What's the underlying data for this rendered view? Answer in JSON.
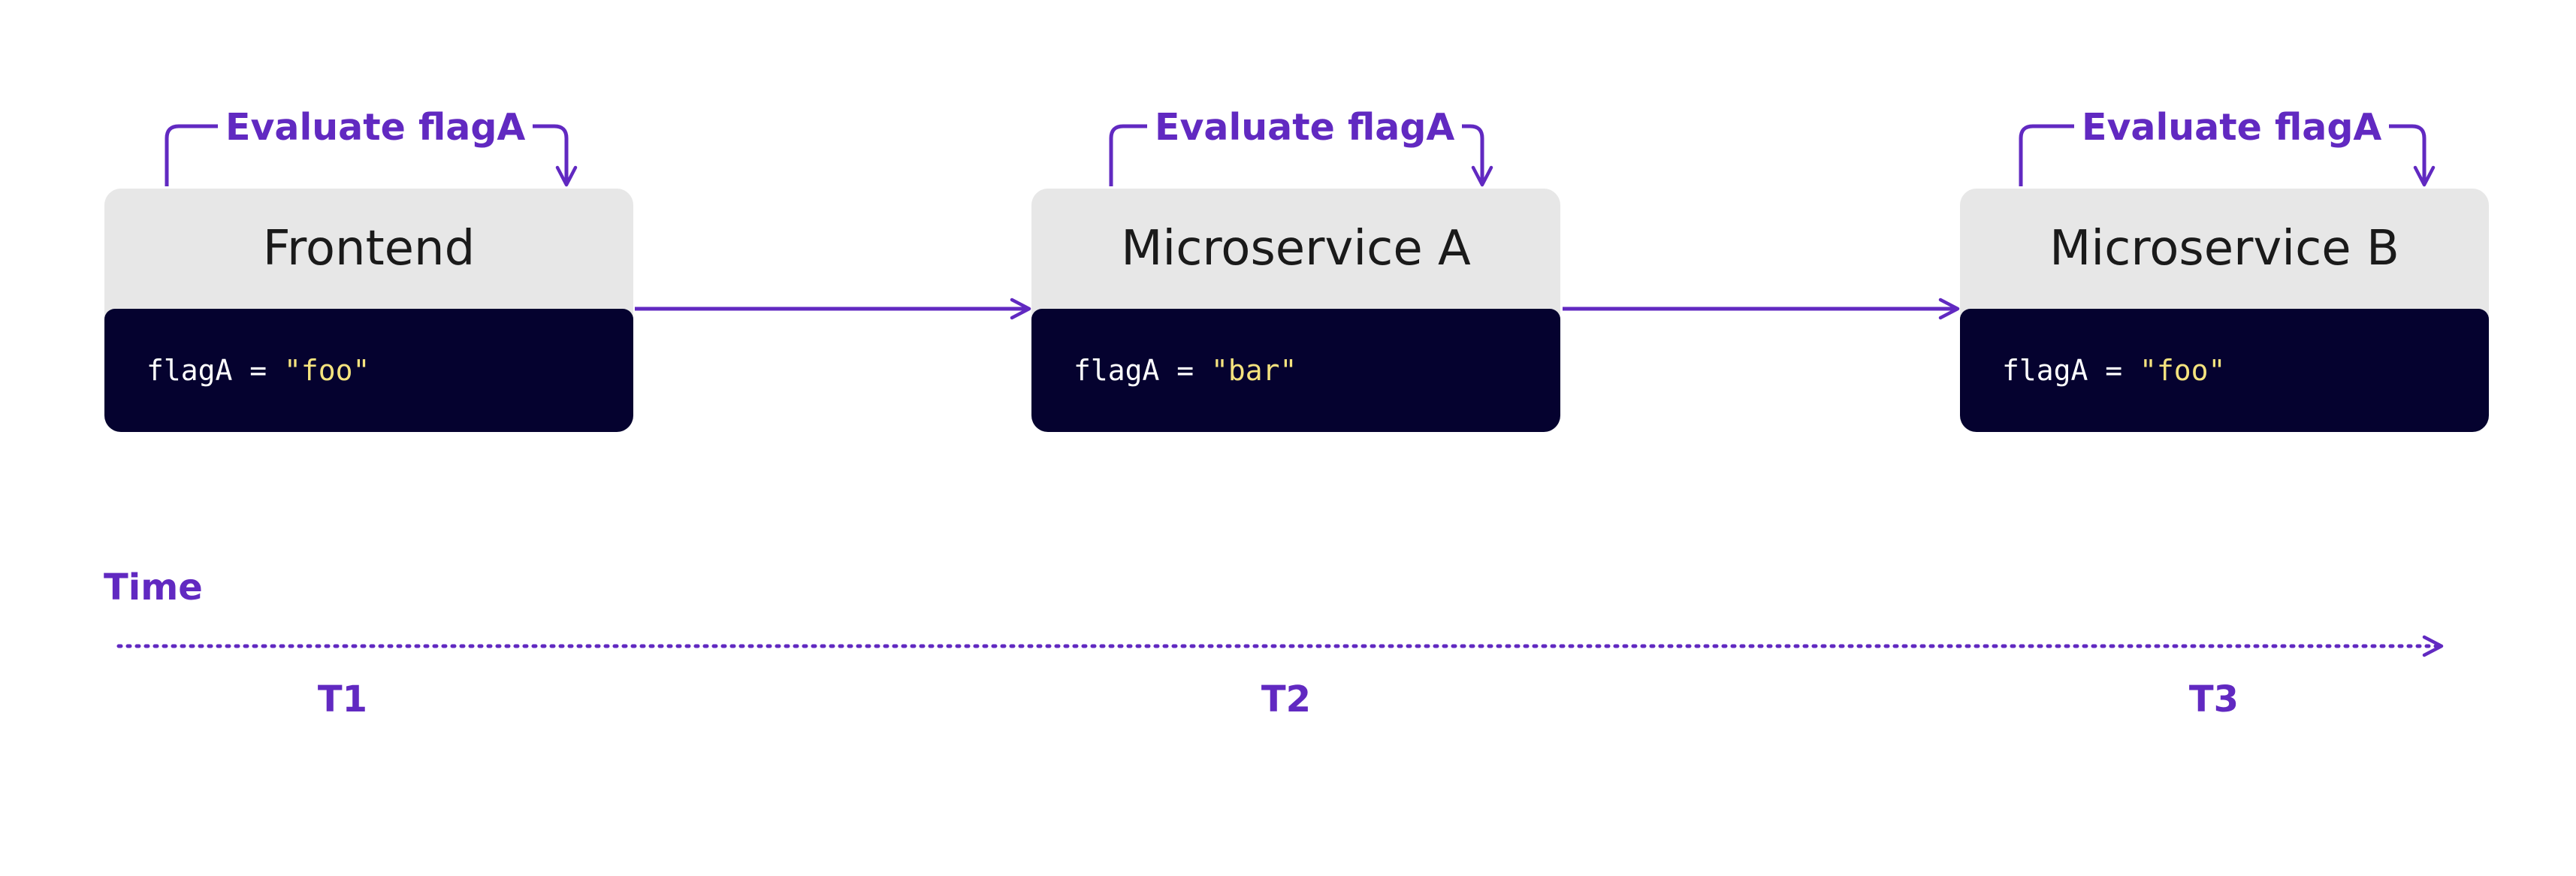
{
  "colors": {
    "accent": "#6129c1",
    "code_bg": "#05022f",
    "code_string": "#f5e37e",
    "box_bg": "#e7e7e7"
  },
  "services": [
    {
      "name": "Frontend",
      "eval_label": "Evaluate flagA",
      "code_prefix": "flagA = ",
      "code_value": "\"foo\""
    },
    {
      "name": "Microservice A",
      "eval_label": "Evaluate flagA",
      "code_prefix": "flagA = ",
      "code_value": "\"bar\""
    },
    {
      "name": "Microservice B",
      "eval_label": "Evaluate flagA",
      "code_prefix": "flagA = ",
      "code_value": "\"foo\""
    }
  ],
  "timeline": {
    "label": "Time",
    "ticks": [
      "T1",
      "T2",
      "T3"
    ]
  }
}
